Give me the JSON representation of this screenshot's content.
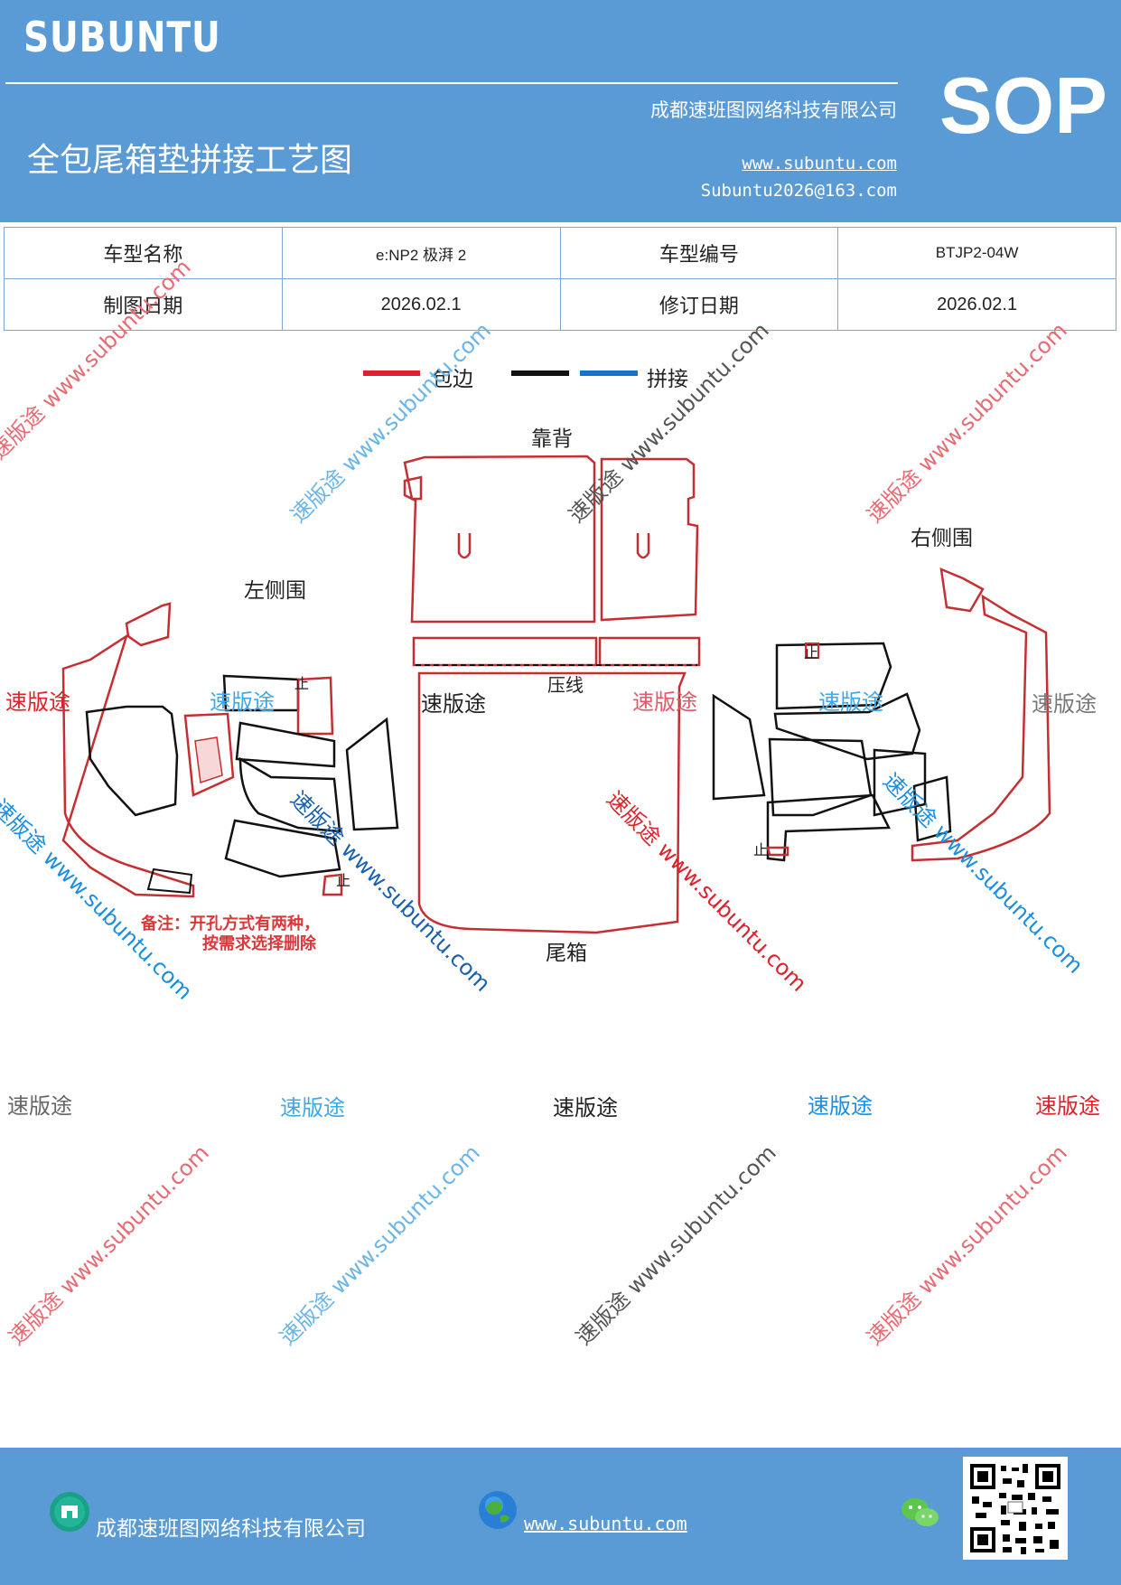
{
  "header": {
    "brand": "SUBUNTU",
    "title": "全包尾箱垫拼接工艺图",
    "company": "成都速班图网络科技有限公司",
    "website": "www.subuntu.com",
    "email": "Subuntu2026@163.com",
    "badge": "SOP",
    "colors": {
      "band": "#5b9bd5",
      "text": "#ffffff"
    }
  },
  "info_table": {
    "row1": [
      "车型名称",
      "e:NP2  极湃 2",
      "车型编号",
      "BTJP2-04W"
    ],
    "row2": [
      "制图日期",
      "2026.02.1",
      "修订日期",
      "2026.02.1"
    ]
  },
  "legend": {
    "label1": "包边",
    "label2": "拼接",
    "colors": {
      "edge": "#e0202a",
      "black": "#111111",
      "splice": "#1a72c6"
    }
  },
  "diagram": {
    "label_back": "靠背",
    "label_left": "左侧围",
    "label_right": "右侧围",
    "label_crease": "压线",
    "label_trunk": "尾箱",
    "stop_mark": "止",
    "note_line1": "备注：开孔方式有两种，",
    "note_line2": "按需求选择删除"
  },
  "watermarks": {
    "brand": "速版途",
    "url": "www.subuntu.com",
    "diag_full": "速版途 www.subuntu.com"
  },
  "footer": {
    "company": "成都速班图网络科技有限公司",
    "website": "www.subuntu.com ",
    "icons": [
      "company-badge-icon",
      "globe-icon",
      "wechat-icon",
      "qr-code-icon"
    ]
  }
}
